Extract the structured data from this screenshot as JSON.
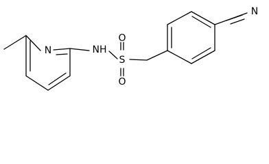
{
  "molecule": {
    "atoms": {
      "pyridine_n": "N",
      "amide_nh": "NH",
      "sulfur": "S",
      "oxygen_top": "O",
      "oxygen_bottom": "O",
      "nitrile_n": "N"
    }
  },
  "colors": {
    "bond": "#000000",
    "label": "#000000",
    "background": "#ffffff"
  }
}
